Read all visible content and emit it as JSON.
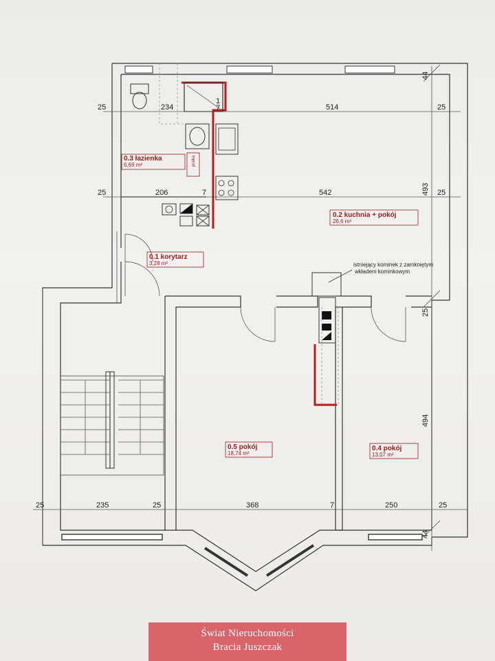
{
  "rooms": [
    {
      "name": "0.1 korytarz",
      "area": "3,28 m²"
    },
    {
      "name": "0.2 kuchnia + pokój",
      "area": "26,6 m²"
    },
    {
      "name": "0.3 łazienka",
      "area": "6,69 m²"
    },
    {
      "name": "0.4 pokój",
      "area": "13,07 m²"
    },
    {
      "name": "0.5 pokój",
      "area": "18,74 m²"
    }
  ],
  "dimensions": {
    "top_row": [
      "25",
      "234",
      "514",
      "25"
    ],
    "wc_wall": [
      "1",
      "7"
    ],
    "kitchen_row": [
      "25",
      "206",
      "542",
      "25"
    ],
    "kitchen_wall": "7",
    "bottom_row": [
      "25",
      "235",
      "25",
      "368",
      "7",
      "250",
      "25"
    ],
    "right_upper": "44",
    "right_kitchen": "493",
    "right_mid": "25",
    "right_rooms": "494",
    "right_lower": "44"
  },
  "annotations": {
    "fireplace": [
      "istniejący kominek z zamkniętym",
      "wkładem kominkowym"
    ],
    "laundry": "pralka"
  },
  "logo": {
    "line1": "Świat Nieruchomości",
    "line2": "Bracia Juszczak"
  }
}
